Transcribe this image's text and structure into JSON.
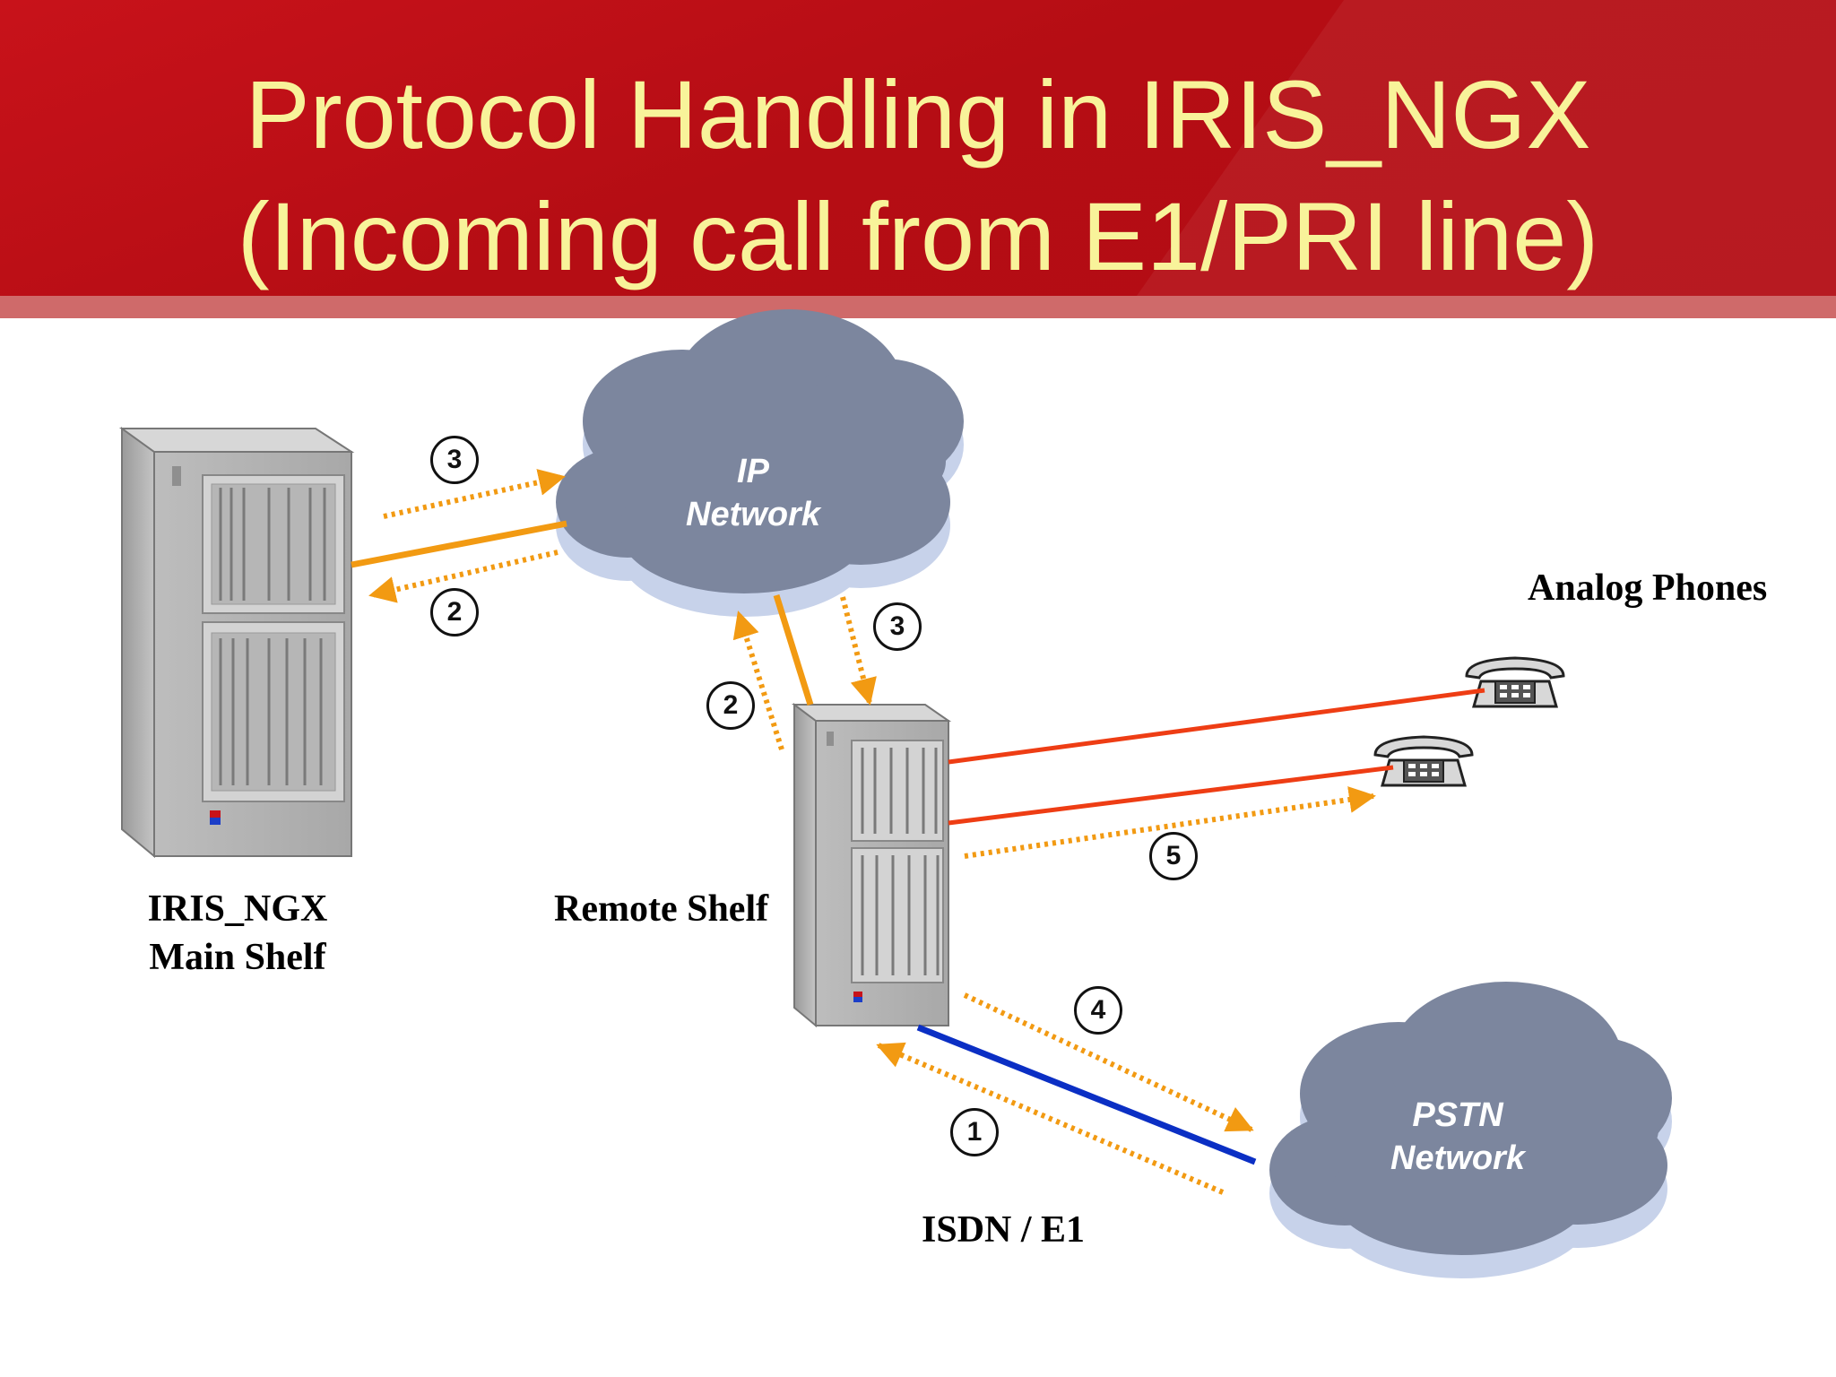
{
  "title": {
    "line1": "Protocol Handling in IRIS_NGX",
    "line2": "(Incoming call from E1/PRI line)"
  },
  "nodes": {
    "main_shelf": "IRIS_NGX\nMain Shelf",
    "main_shelf_line1": "IRIS_NGX",
    "main_shelf_line2": "Main Shelf",
    "remote_shelf": "Remote Shelf",
    "ip_network_line1": "IP",
    "ip_network_line2": "Network",
    "pstn_network_line1": "PSTN",
    "pstn_network_line2": "Network",
    "analog_phones": "Analog Phones",
    "isdn_link": "ISDN / E1"
  },
  "steps": {
    "s1": "1",
    "s2a": "2",
    "s2b": "2",
    "s3a": "3",
    "s3b": "3",
    "s4": "4",
    "s5": "5"
  },
  "colors": {
    "header": "#b50d14",
    "title_text": "#f8f39a",
    "ip_link": "#f29a12",
    "phone_link": "#ee3d14",
    "isdn_link": "#0b2fc4",
    "signal_arrow": "#f29a12",
    "cloud": "#7c869e"
  },
  "icons": [
    "server-rack-icon",
    "cloud-icon",
    "telephone-icon"
  ]
}
